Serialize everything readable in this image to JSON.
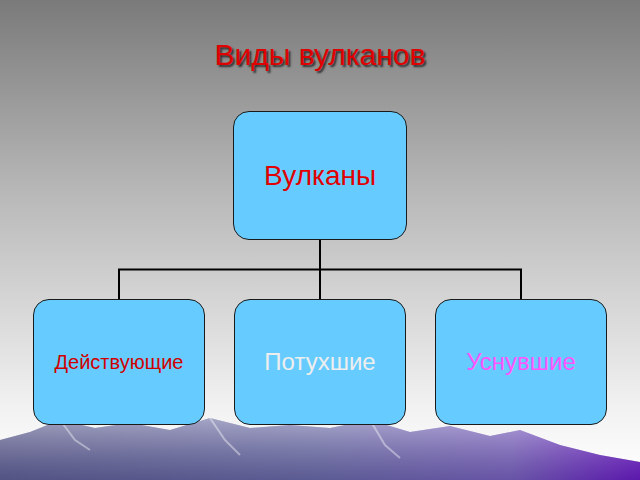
{
  "diagram": {
    "title": "Виды вулканов",
    "nodes": [
      {
        "text": [
          "Вулканы"
        ]
      },
      {
        "text": [
          "Действующие"
        ]
      },
      {
        "text": [
          "Потухшие"
        ]
      },
      {
        "text": [
          "Уснувшие"
        ]
      }
    ],
    "edges": [
      {
        "from": 0,
        "to": 1,
        "arrow": "none"
      },
      {
        "from": 0,
        "to": 2,
        "arrow": "none"
      },
      {
        "from": 0,
        "to": 3,
        "arrow": "none"
      }
    ]
  }
}
